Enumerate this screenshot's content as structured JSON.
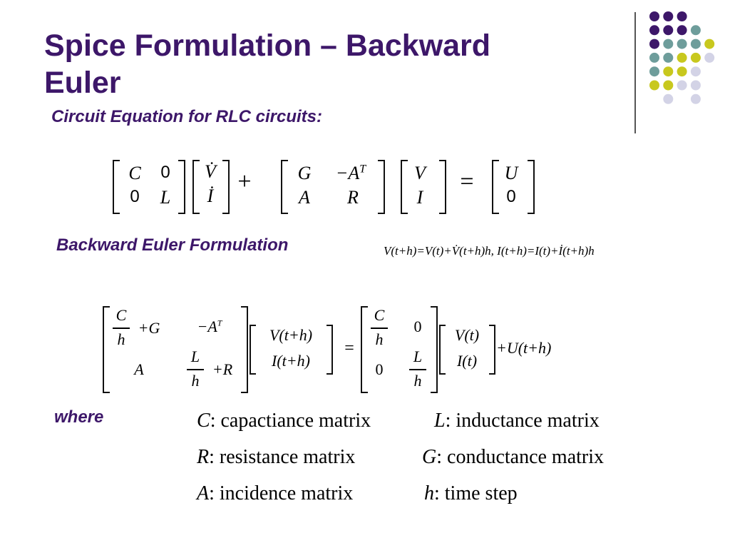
{
  "slide": {
    "title_line1": "Spice Formulation – Backward",
    "title_line2": "Euler",
    "subtitle": "Circuit Equation for RLC circuits:",
    "be_heading": "Backward Euler Formulation",
    "where_label": "where"
  },
  "colors": {
    "title": "#3d1769",
    "dot_purple": "#3d1769",
    "dot_teal": "#6e9d9b",
    "dot_yellow": "#c8c81e",
    "dot_lavender": "#d3d3e6"
  },
  "eq1": {
    "m1": [
      "C",
      "0",
      "0",
      "L"
    ],
    "v1": [
      "V̇",
      "İ"
    ],
    "plus": "+",
    "m2": [
      "G",
      "−A",
      "T",
      "A",
      "R"
    ],
    "v2": [
      "V",
      "I"
    ],
    "eq": "=",
    "rhs": [
      "U",
      "0"
    ]
  },
  "be_update": "V(t+h)=V(t)+V̇(t+h)h, I(t+h)=I(t)+İ(t+h)h",
  "eq2": {
    "c": "C",
    "h": "h",
    "plus_g": "+G",
    "neg_at": "−A",
    "t": "T",
    "a": "A",
    "l": "L",
    "plus_r": "+R",
    "v_th": "V(t+h)",
    "i_th": "I(t+h)",
    "eq": "=",
    "zero": "0",
    "v_t": "V(t)",
    "i_t": "I(t)",
    "u_term": "+U(t+h)"
  },
  "definitions": [
    {
      "sym": "C",
      "text": ": capactiance matrix"
    },
    {
      "sym": "L",
      "text": ": inductance matrix"
    },
    {
      "sym": "R",
      "text": ": resistance matrix"
    },
    {
      "sym": "G",
      "text": ": conductance matrix"
    },
    {
      "sym": "A",
      "text": ": incidence matrix"
    },
    {
      "sym": "h",
      "text": ": time step"
    }
  ],
  "decoration": {
    "dots": [
      {
        "row": 0,
        "cols": [
          [
            "purple",
            0
          ],
          [
            "purple",
            1
          ],
          [
            "purple",
            2
          ]
        ]
      },
      {
        "row": 1,
        "cols": [
          [
            "purple",
            0
          ],
          [
            "purple",
            1
          ],
          [
            "purple",
            2
          ],
          [
            "teal",
            3
          ]
        ]
      },
      {
        "row": 2,
        "cols": [
          [
            "purple",
            0
          ],
          [
            "teal",
            1
          ],
          [
            "teal",
            2
          ],
          [
            "teal",
            3
          ],
          [
            "yellow",
            4
          ]
        ]
      },
      {
        "row": 3,
        "cols": [
          [
            "teal",
            0
          ],
          [
            "teal",
            1
          ],
          [
            "yellow",
            2
          ],
          [
            "yellow",
            3
          ],
          [
            "lavender",
            4
          ]
        ]
      },
      {
        "row": 4,
        "cols": [
          [
            "teal",
            0
          ],
          [
            "yellow",
            1
          ],
          [
            "yellow",
            2
          ],
          [
            "lavender",
            3
          ]
        ]
      },
      {
        "row": 5,
        "cols": [
          [
            "yellow",
            0
          ],
          [
            "yellow",
            1
          ],
          [
            "lavender",
            2
          ],
          [
            "lavender",
            3
          ]
        ]
      },
      {
        "row": 6,
        "cols": [
          [
            "lavender",
            1
          ],
          [
            "lavender",
            3
          ]
        ]
      }
    ]
  }
}
